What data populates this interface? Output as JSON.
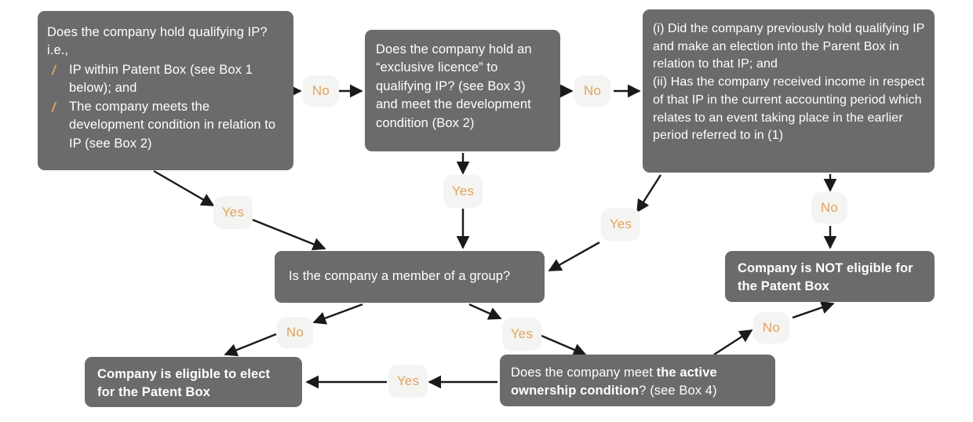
{
  "diagram": {
    "title": "Patent Box eligibility decision flowchart",
    "colors": {
      "node_fill": "#6b6b6d",
      "node_text": "#ffffff",
      "label_text": "#e0a45a",
      "label_fill": "#f4f4f2",
      "edge_stroke": "#1a1a1a",
      "background": "#ffffff"
    },
    "nodes": {
      "qualifying_ip": {
        "lead": "Does the company hold qualifying IP? i.e.,",
        "bullets": [
          "IP within Patent Box (see Box 1 below); and",
          "The company meets the development condition in relation to IP (see Box 2)"
        ],
        "bullet_glyph": "/"
      },
      "exclusive_licence": {
        "text": "Does the company hold an “exclusive licence” to qualifying IP? (see Box 3) and meet the development condition (Box 2)"
      },
      "previous_election": {
        "line1": "(i) Did the company previously hold qualifying IP and make an election into the Parent Box in relation to that IP; and",
        "line2": "(ii) Has the company received income in respect of that IP in the current accounting period which relates to an event taking place  in the earlier period referred to in (1)"
      },
      "group_member": {
        "text": "Is the company a member of a group?"
      },
      "not_eligible": {
        "text": "Company is NOT eligible for the Patent Box"
      },
      "eligible": {
        "text": "Company is eligible to elect for the Patent Box"
      },
      "active_ownership": {
        "prefix": "Does the company meet ",
        "bold": "the active ownership condition",
        "suffix": "? (see Box 4)"
      }
    },
    "edge_labels": {
      "no_1": "No",
      "no_2": "No",
      "no_3": "No",
      "no_4": "No",
      "no_5": "No",
      "yes_1": "Yes",
      "yes_2": "Yes",
      "yes_3": "Yes",
      "yes_4": "Yes",
      "yes_5": "Yes"
    }
  }
}
